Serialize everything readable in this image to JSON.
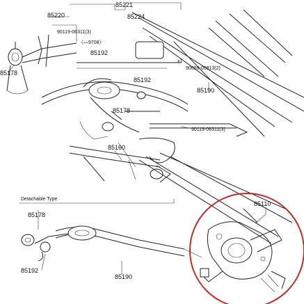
{
  "labels": {
    "top_partial": "85221",
    "p85220": "85220",
    "p85224": "85224",
    "p90119_top": "90119-06311(3)",
    "p85178_left": "85178",
    "bracket_note": "〈—9708〉",
    "p85192_box": "85192",
    "x1": "x1",
    "p90099": "90099-00913(2)",
    "p85192_mid": "85192",
    "p85190": "85190",
    "p85178_mid": "85178",
    "p90119_right": "90119-06311(3)",
    "p85160": "85160",
    "detachable": "Detachable Type",
    "p85178_low": "85178",
    "p85110": "85110",
    "p85192_low": "85192",
    "p85190_low": "85190"
  },
  "colors": {
    "line": "#222222",
    "highlight_circle": "#c62828",
    "background": "#ffffff"
  },
  "icons": [
    "wiper-linkage-icon",
    "wiper-motor-icon",
    "pivot-icon",
    "bolt-icon"
  ]
}
